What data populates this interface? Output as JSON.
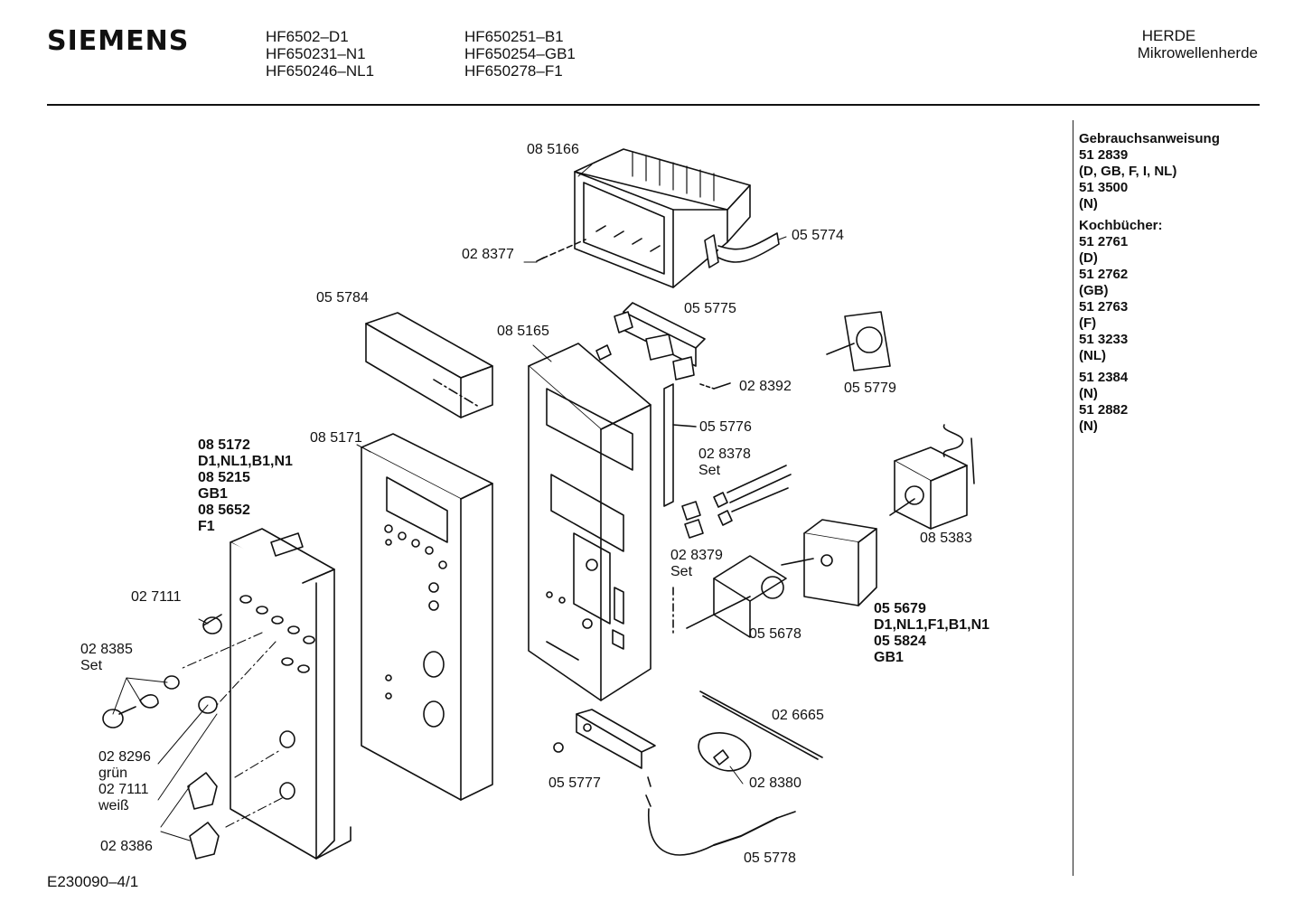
{
  "header": {
    "brand": "SIEMENS",
    "models_col1": [
      "HF6502–D1",
      "HF650231–N1",
      "HF650246–NL1"
    ],
    "models_col2": [
      "HF650251–B1",
      "HF650254–GB1",
      "HF650278–F1"
    ],
    "category": "HERDE",
    "subcategory": "Mikrowellenherde"
  },
  "sidebar": {
    "lines": [
      "Gebrauchsanweisung",
      "51 2839",
      "(D, GB, F, I, NL)",
      "51 3500",
      "(N)",
      "Kochbücher:",
      "51 2761",
      "(D)",
      "51 2762",
      "(GB)",
      "51 2763",
      "(F)",
      "51 3233",
      "(NL)",
      "51 2384",
      "(N)",
      "51 2882",
      "(N)"
    ]
  },
  "parts": {
    "p085166": "08 5166",
    "p055774": "05 5774",
    "p028377": "02 8377",
    "p055784": "05 5784",
    "p055775": "05 5775",
    "p085165": "08 5165",
    "p028392": "02 8392",
    "p055779": "05 5779",
    "p055776": "05 5776",
    "p085171": "08 5171",
    "p085172_lines": [
      "08 5172",
      "D1,NL1,B1,N1",
      "08 5215",
      "GB1",
      "08 5652",
      "F1"
    ],
    "p028378_lines": [
      "02 8378",
      "Set"
    ],
    "p028379_lines": [
      "02 8379",
      "Set"
    ],
    "p085383": "08 5383",
    "p027111": "02 7111",
    "p028385_lines": [
      "02 8385",
      "Set"
    ],
    "p055679_lines": [
      "05 5679",
      "D1,NL1,F1,B1,N1",
      "05 5824",
      "GB1"
    ],
    "p055678": "05 5678",
    "p026665": "02 6665",
    "p028296_lines": [
      "02 8296",
      "grün",
      "02 7111",
      "weiß"
    ],
    "p055777": "05 5777",
    "p028380": "02 8380",
    "p028386": "02 8386",
    "p055778": "05 5778"
  },
  "footer": {
    "drawing_number": "E230090–4/1"
  }
}
